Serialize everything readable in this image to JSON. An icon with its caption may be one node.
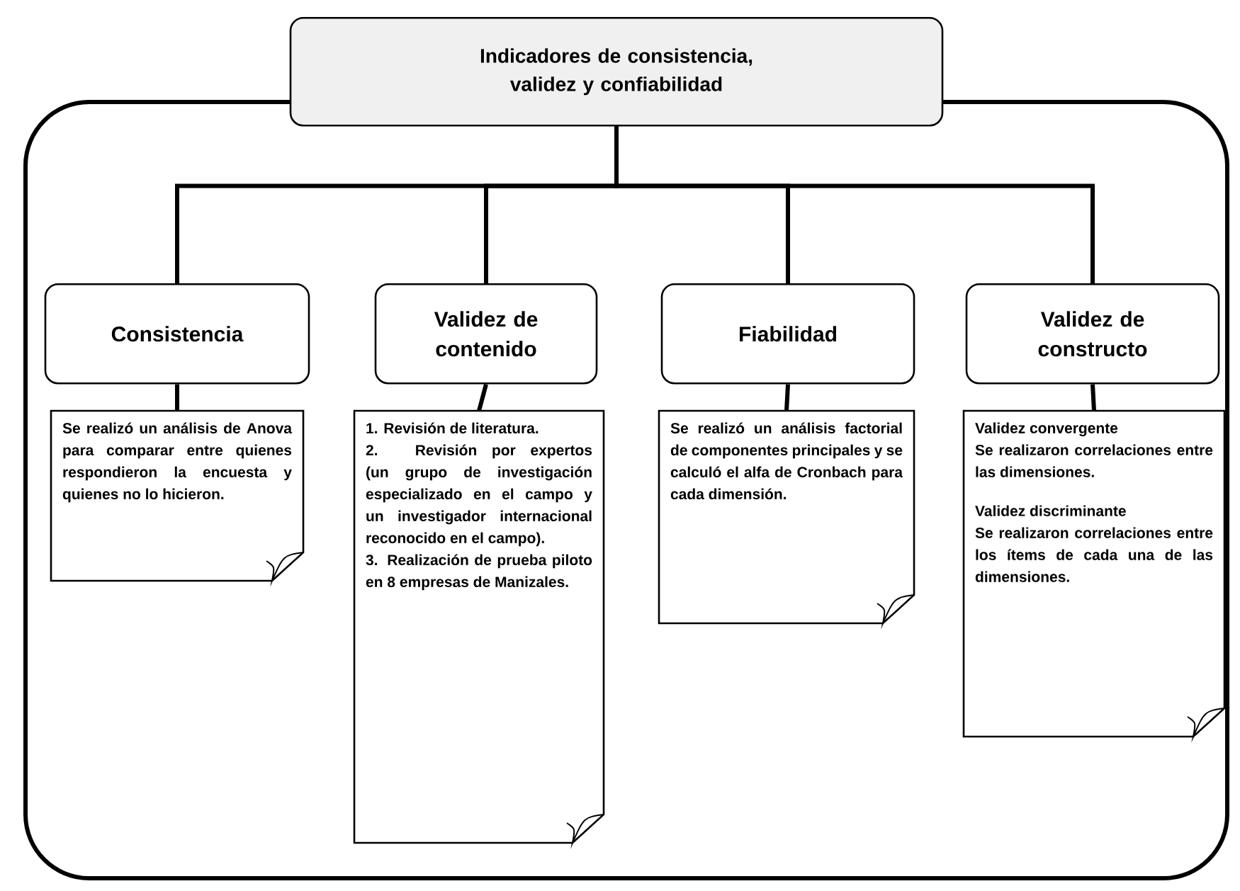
{
  "diagram": {
    "nodes": [
      {
        "text": [
          "Indicadores de consistencia, validez y confiabilidad"
        ]
      },
      {
        "text": [
          "Consistencia"
        ]
      },
      {
        "text": [
          "Validez de contenido"
        ]
      },
      {
        "text": [
          "Fiabilidad"
        ]
      },
      {
        "text": [
          "Validez de constructo"
        ]
      },
      {
        "text": [
          "Se realizó un análisis de Anova para comparar entre quienes respondieron la encuesta y quienes no lo hicieron."
        ]
      },
      {
        "text": [
          "1. Revisión de literatura.",
          "2. Revisión por expertos (un grupo de investigación especializado en el campo y un investigador internacional reconocido en el campo).",
          "3. Realización de prueba piloto en 8 empresas de Manizales."
        ]
      },
      {
        "text": [
          "Se realizó un análisis factorial de componentes principales y se calculó el alfa de Cronbach para cada dimensión."
        ]
      },
      {
        "text": [
          "Validez convergente",
          "Se realizaron correlaciones entre las dimensiones.",
          "Validez discriminante",
          "Se realizaron correlaciones entre los ítems de cada una de las dimensiones."
        ]
      }
    ],
    "edges": [
      {
        "from": 0,
        "to": 1,
        "arrow": "none"
      },
      {
        "from": 0,
        "to": 2,
        "arrow": "none"
      },
      {
        "from": 0,
        "to": 3,
        "arrow": "none"
      },
      {
        "from": 0,
        "to": 4,
        "arrow": "none"
      },
      {
        "from": 1,
        "to": 5,
        "arrow": "none"
      },
      {
        "from": 2,
        "to": 6,
        "arrow": "none"
      },
      {
        "from": 3,
        "to": 7,
        "arrow": "none"
      },
      {
        "from": 4,
        "to": 8,
        "arrow": "none"
      }
    ]
  }
}
